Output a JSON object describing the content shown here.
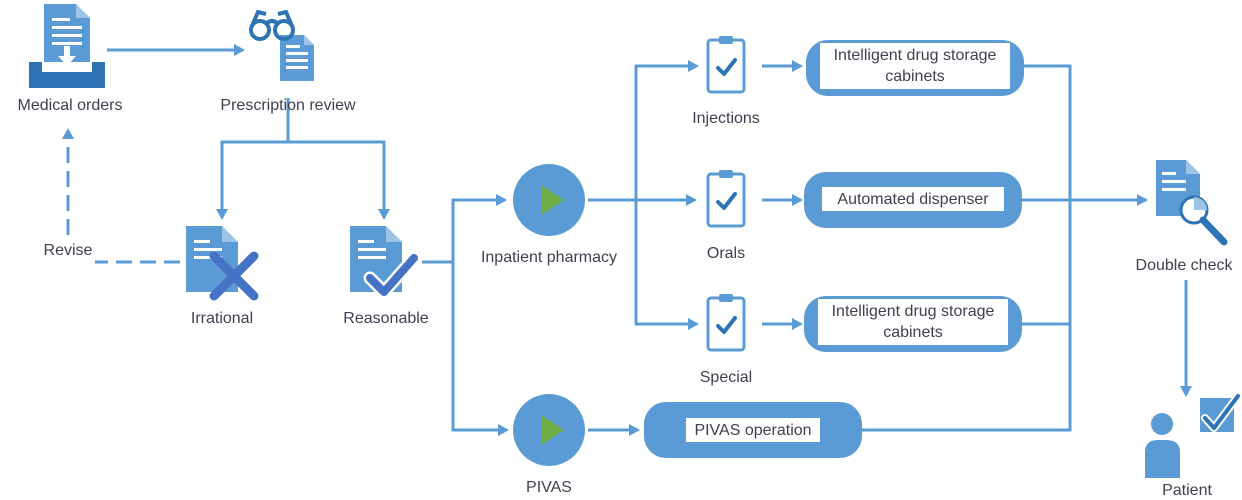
{
  "colors": {
    "primary": "#5b9bd5",
    "dark": "#2e74b5",
    "cross": "#4472c4",
    "play": "#70ad47",
    "text": "#404050"
  },
  "nodes": {
    "medical_orders": "Medical orders",
    "prescription_review": "Prescription review",
    "revise": "Revise",
    "irrational": "Irrational",
    "reasonable": "Reasonable",
    "inpatient_pharmacy": "Inpatient pharmacy",
    "pivas": "PIVAS",
    "injections": "Injections",
    "orals": "Orals",
    "special": "Special",
    "cabinets_1": "Intelligent drug storage cabinets",
    "automated_dispenser": "Automated dispenser",
    "cabinets_2": "Intelligent drug storage cabinets",
    "pivas_operation": "PIVAS operation",
    "double_check": "Double check",
    "patient": "Patient"
  },
  "icons": {
    "medical_orders": "document-inbox-icon",
    "prescription_review": "glasses-document-icon",
    "irrational": "document-cross-icon",
    "reasonable": "document-check-icon",
    "inpatient_pharmacy": "play-circle-icon",
    "pivas": "play-circle-icon",
    "injections": "clipboard-check-icon",
    "orals": "clipboard-check-icon",
    "special": "clipboard-check-icon",
    "double_check": "document-search-icon",
    "patient": "person-check-icon"
  }
}
